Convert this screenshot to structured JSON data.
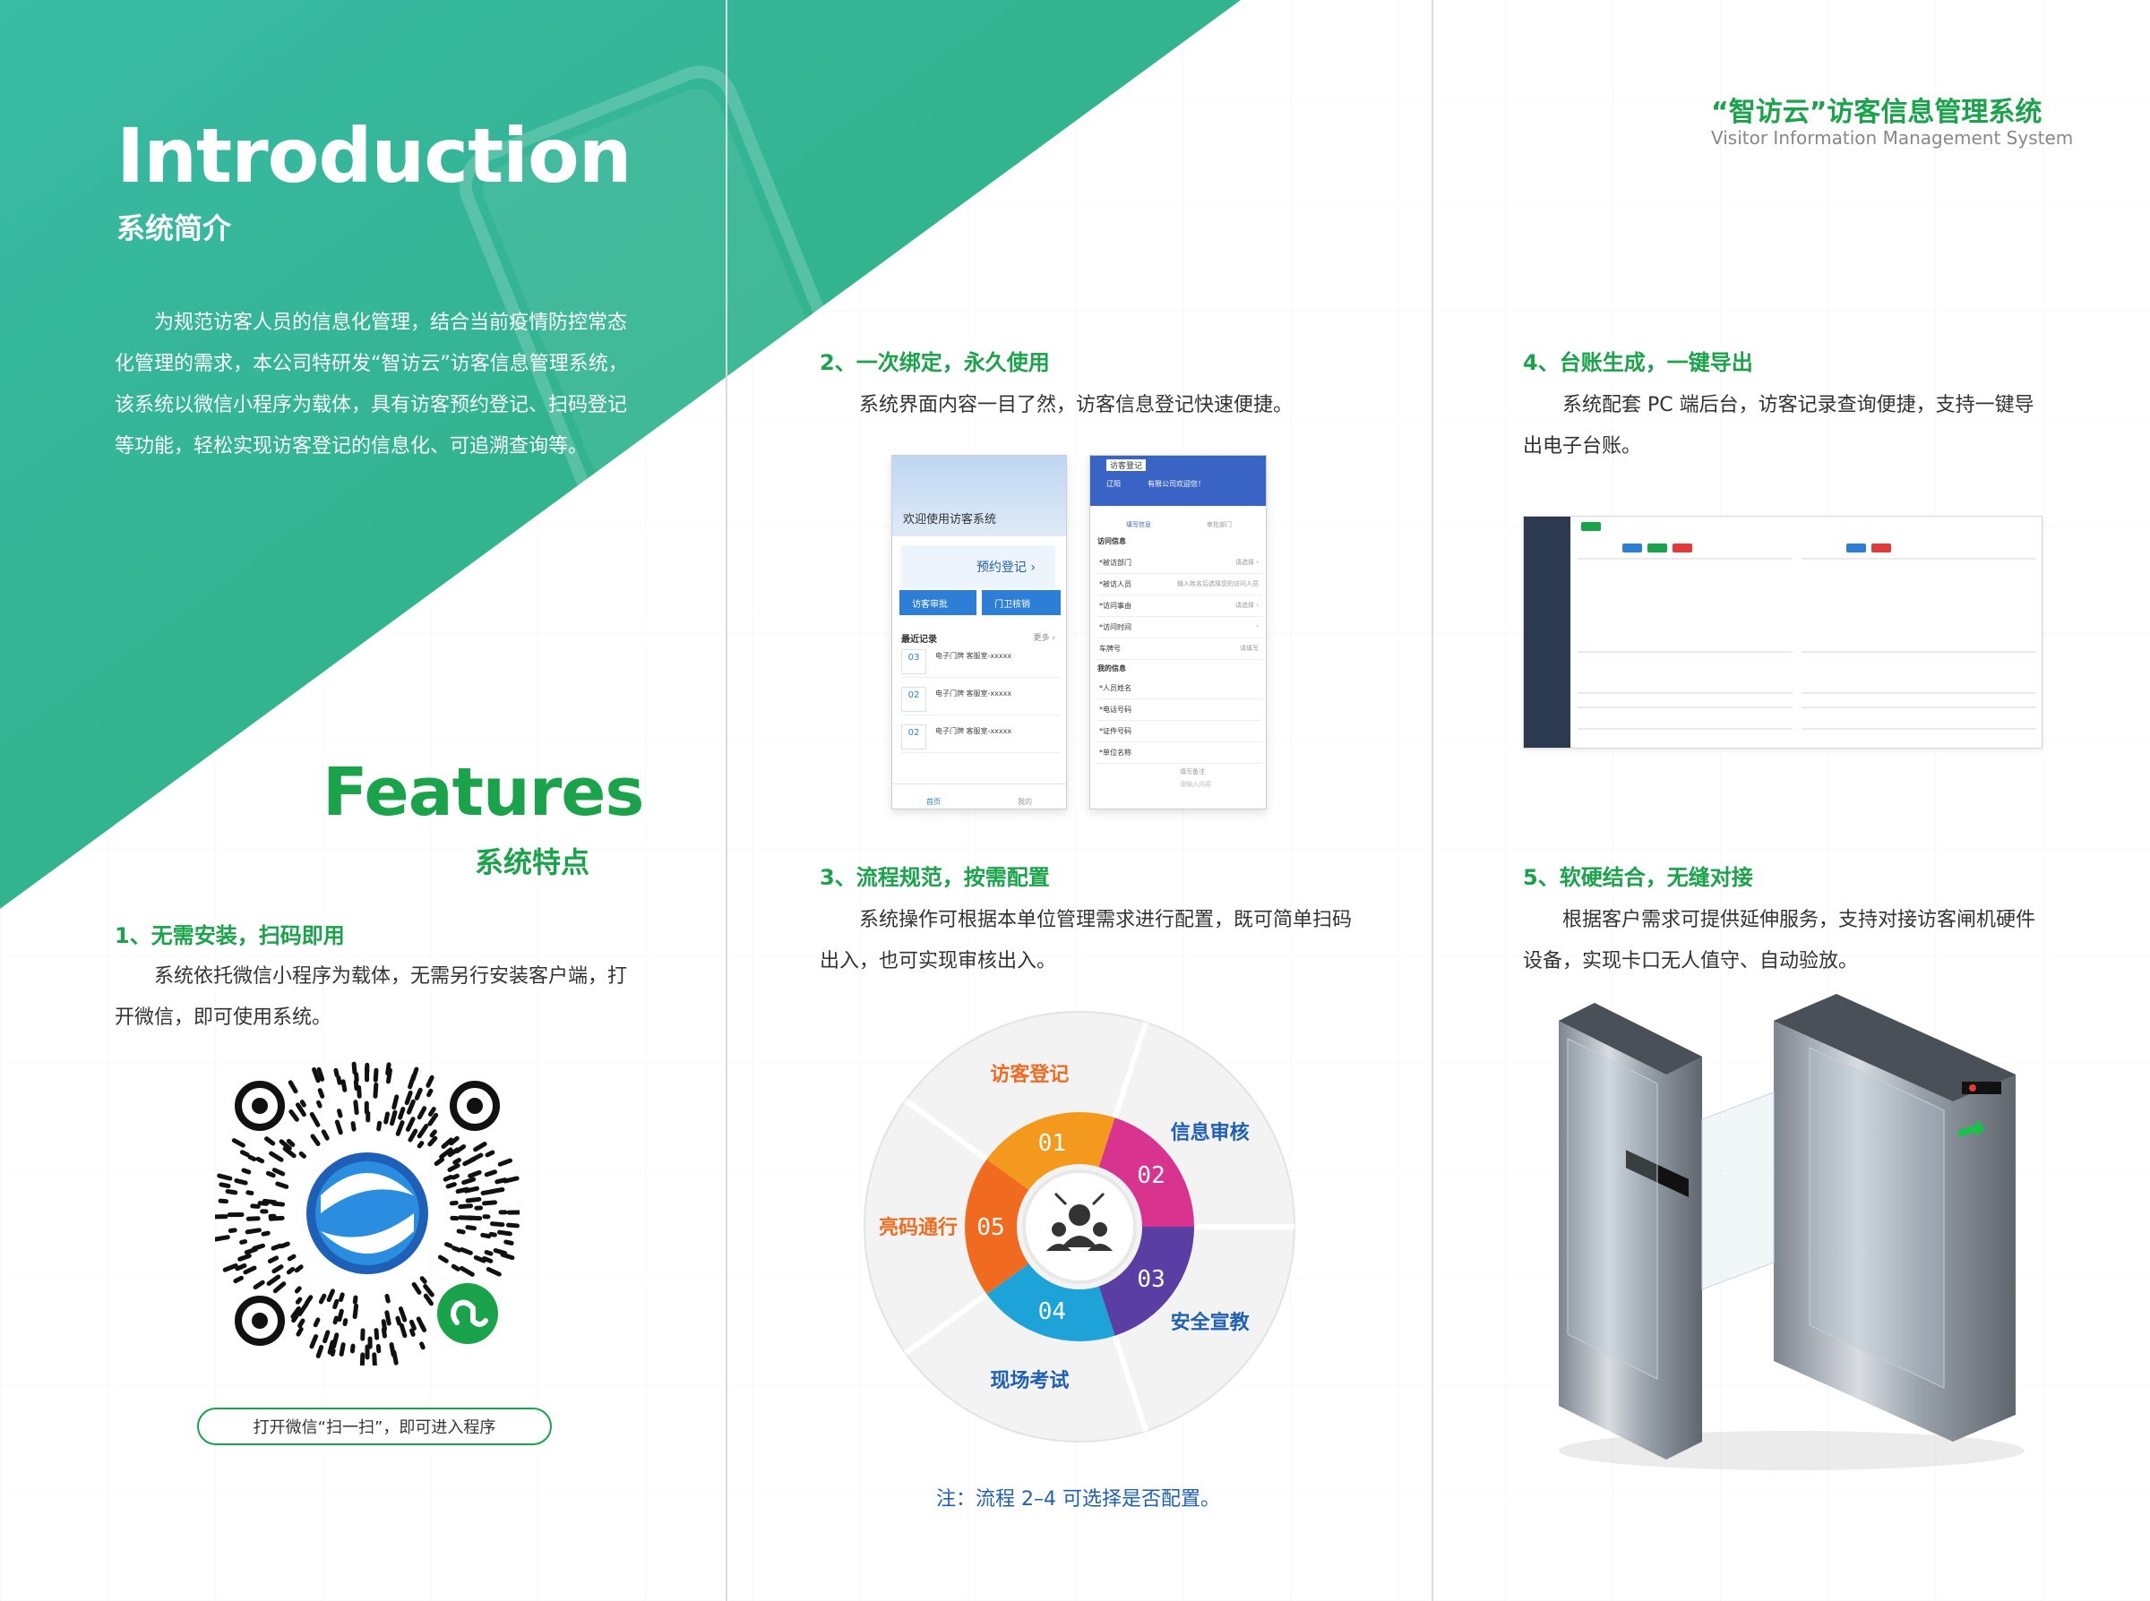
{
  "colors": {
    "green": "#1aa34a",
    "teal": "#2eb8a3",
    "blue": "#1f5fb5"
  },
  "panel1": {
    "intro_title": "Introduction",
    "intro_subtitle": "系统简介",
    "intro_body": "为规范访客人员的信息化管理，结合当前疫情防控常态化管理的需求，本公司特研发“智访云”访客信息管理系统，该系统以微信小程序为载体，具有访客预约登记、扫码登记等功能，轻松实现访客登记的信息化、可追溯查询等。",
    "features_title": "Features",
    "features_subtitle": "系统特点",
    "f1_title": "1、无需安装，扫码即用",
    "f1_body": "系统依托微信小程序为载体，无需另行安装客户端，打开微信，即可使用系统。",
    "qr_caption": "打开微信“扫一扫”，即可进入程序"
  },
  "panel2": {
    "f2_title": "2、一次绑定，永久使用",
    "f2_body": "系统界面内容一目了然，访客信息登记快速便捷。",
    "f3_title": "3、流程规范，按需配置",
    "f3_body": "系统操作可根据本单位管理需求进行配置，既可简单扫码出入，也可实现审核出入。",
    "note": "注：流程 2–4 可选择是否配置。",
    "phone_left": {
      "welcome": "欢迎使用访客系统",
      "banner": "预约登记 ›",
      "btn_review": "访客审批",
      "btn_gate": "门卫核销",
      "recent": "最近记录",
      "more": "更多 ›",
      "records": [
        {
          "day": "03",
          "text": "电子门牌 客服室-xxxxx"
        },
        {
          "day": "02",
          "text": "电子门牌 客服室-xxxxx"
        },
        {
          "day": "02",
          "text": "电子门牌 客服室-xxxxx"
        }
      ],
      "tab_home": "首页",
      "tab_me": "我的"
    },
    "phone_right": {
      "title": "访客登记",
      "sub": "辽阳",
      "company": "有限公司欢迎您！",
      "step1": "填写信息",
      "step2": "审批部门",
      "group1": "访问信息",
      "fields1": [
        {
          "k": "*被访部门",
          "v": "请选择 ›"
        },
        {
          "k": "*被访人员",
          "v": "输入姓名后选择您的访问人员"
        },
        {
          "k": "*访问事由",
          "v": "请选择 ›"
        },
        {
          "k": "*访问时间",
          "v": "›"
        },
        {
          "k": "车牌号",
          "v": "请填写"
        }
      ],
      "group2": "我的信息",
      "fields2": [
        {
          "k": "*人员姓名",
          "v": ""
        },
        {
          "k": "*电话号码",
          "v": ""
        },
        {
          "k": "*证件号码",
          "v": ""
        },
        {
          "k": "*单位名称",
          "v": ""
        }
      ],
      "remark": "填写备注",
      "remark_ph": "请输入内容"
    },
    "wheel": {
      "segments": [
        {
          "num": "01",
          "label": "访客登记",
          "color": "#f39a1e"
        },
        {
          "num": "02",
          "label": "信息审核",
          "color": "#d8338f"
        },
        {
          "num": "03",
          "label": "安全宣教",
          "color": "#5a3ea3"
        },
        {
          "num": "04",
          "label": "现场考试",
          "color": "#1ea3d8"
        },
        {
          "num": "05",
          "label": "亮码通行",
          "color": "#f06b1f"
        }
      ]
    }
  },
  "panel3": {
    "brand_zh": "“智访云”访客信息管理系统",
    "brand_en": "Visitor Information Management System",
    "f4_title": "4、台账生成，一键导出",
    "f4_body": "系统配套 PC 端后台，访客记录查询便捷，支持一键导出电子台账。",
    "f5_title": "5、软硬结合，无缝对接",
    "f5_body": "根据客户需求可提供延伸服务，支持对接访客闸机硬件设备，实现卡口无人值守、自动验放。"
  }
}
